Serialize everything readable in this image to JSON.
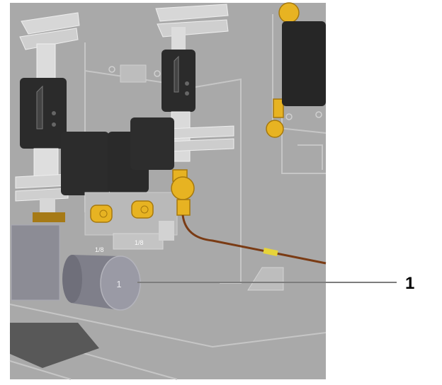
{
  "callouts": [
    {
      "label": "1",
      "target": "sensor-cap"
    }
  ],
  "cap_marking": "1",
  "colors": {
    "background_panel": "#a9a9a9",
    "block_dark": "#2b2b2b",
    "brass": "#e7b322",
    "tube": "#7a3b14",
    "sensor": "#8d8d98",
    "leader_line": "#7d7d7d"
  }
}
